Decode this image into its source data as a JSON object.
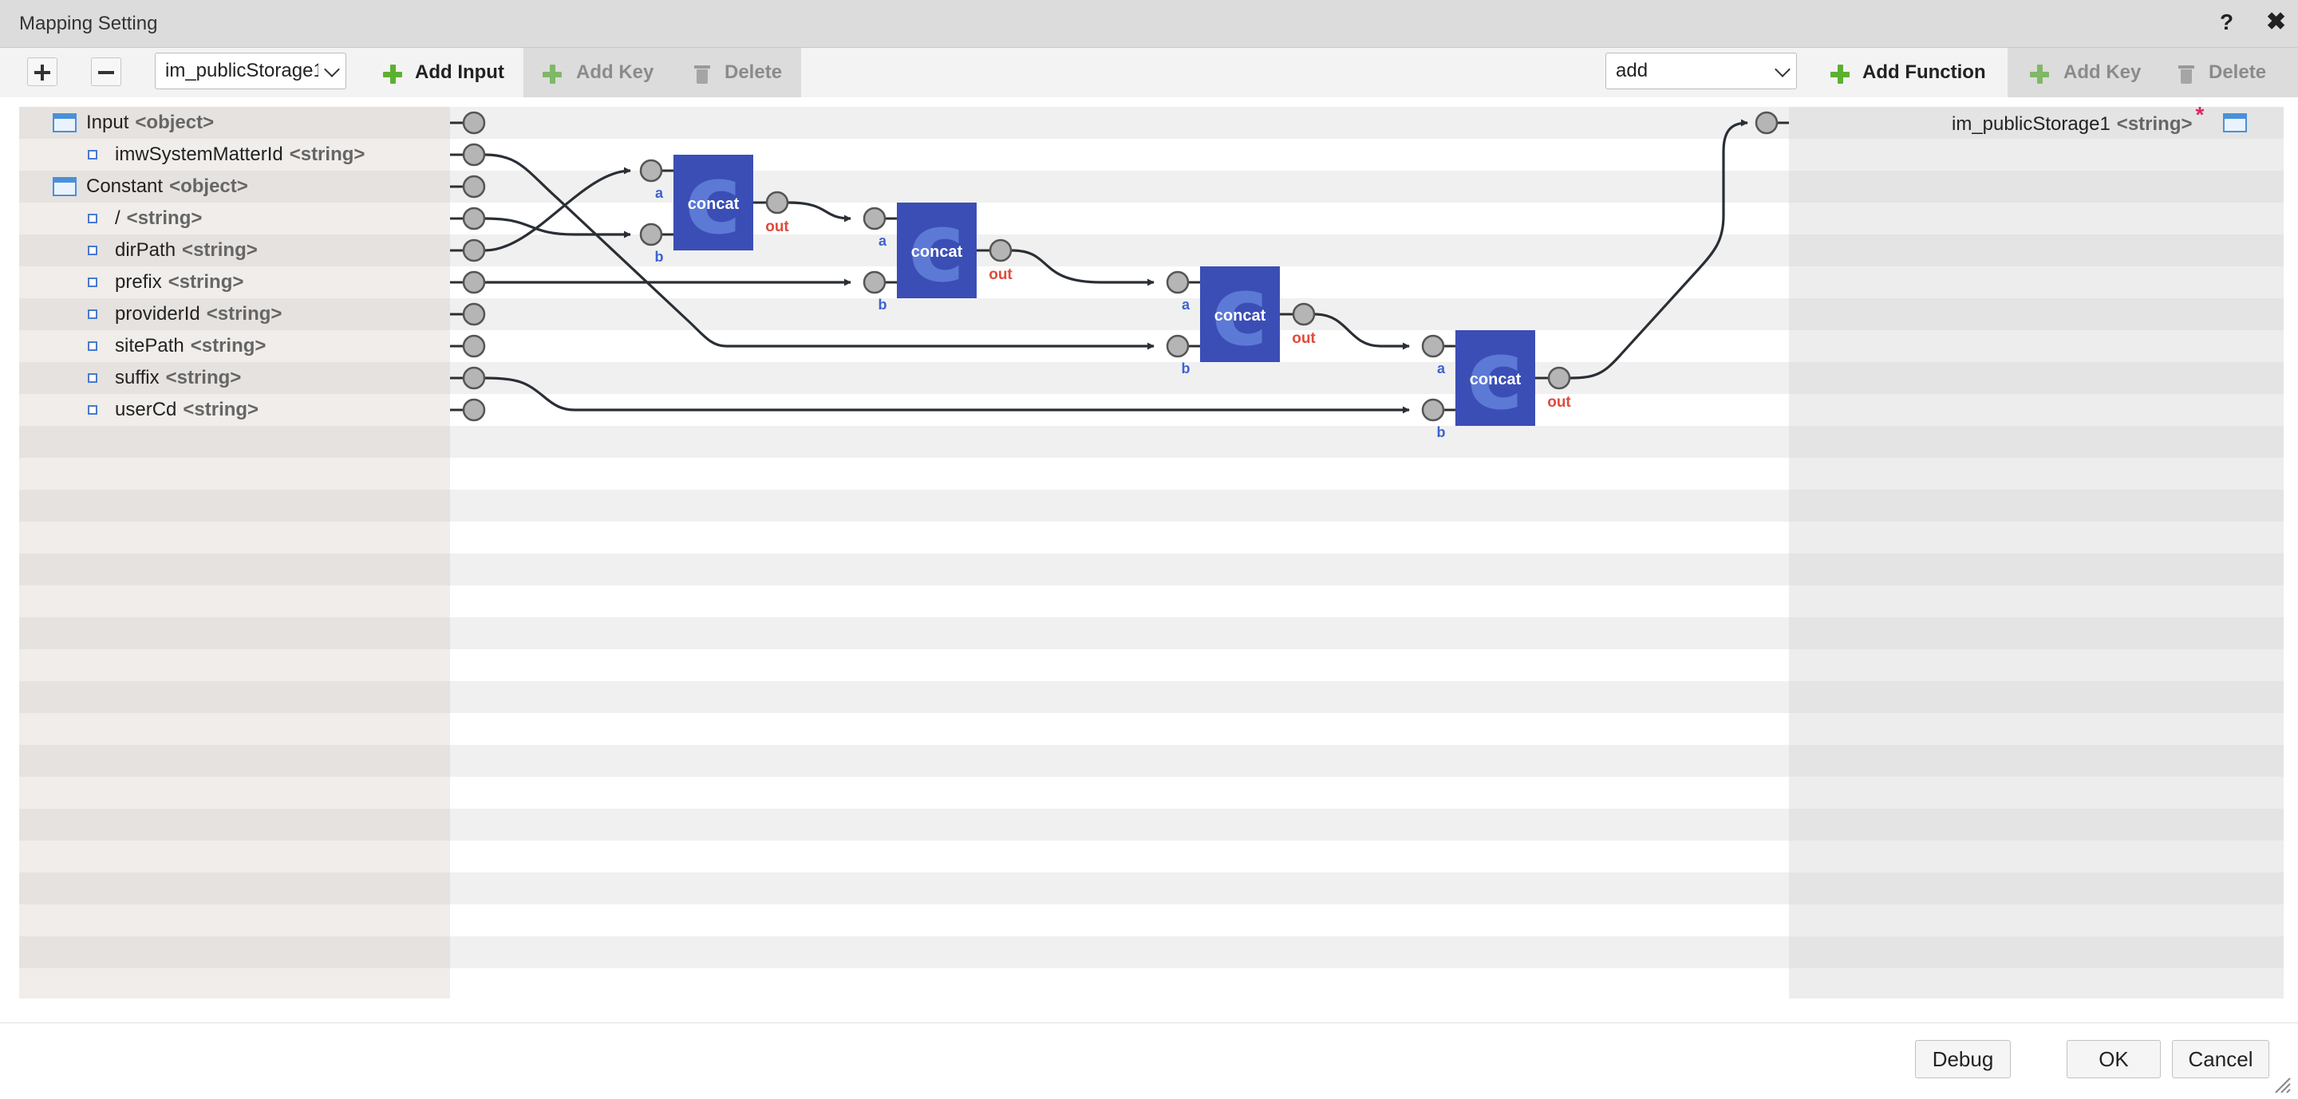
{
  "window": {
    "title": "Mapping Setting",
    "help_glyph": "?",
    "close_glyph": "✖"
  },
  "toolbar": {
    "source_select": "im_publicStorage1",
    "add_input": "Add Input",
    "add_key_left": "Add Key",
    "delete_left": "Delete",
    "function_select": "add",
    "add_function": "Add Function",
    "add_key_right": "Add Key",
    "delete_right": "Delete"
  },
  "source_tree": [
    {
      "name": "Input",
      "type": "<object>",
      "kind": "object",
      "expanded": true
    },
    {
      "name": "imwSystemMatterId",
      "type": "<string>",
      "kind": "string"
    },
    {
      "name": "Constant",
      "type": "<object>",
      "kind": "object",
      "expanded": true
    },
    {
      "name": "/",
      "type": "<string>",
      "kind": "string"
    },
    {
      "name": "dirPath",
      "type": "<string>",
      "kind": "string"
    },
    {
      "name": "prefix",
      "type": "<string>",
      "kind": "string"
    },
    {
      "name": "providerId",
      "type": "<string>",
      "kind": "string"
    },
    {
      "name": "sitePath",
      "type": "<string>",
      "kind": "string"
    },
    {
      "name": "suffix",
      "type": "<string>",
      "kind": "string"
    },
    {
      "name": "userCd",
      "type": "<string>",
      "kind": "string"
    }
  ],
  "target": {
    "name": "im_publicStorage1",
    "type": "<string>",
    "required_mark": "*"
  },
  "function_nodes": [
    {
      "label": "concat",
      "input_a": "a",
      "input_b": "b",
      "output": "out"
    },
    {
      "label": "concat",
      "input_a": "a",
      "input_b": "b",
      "output": "out"
    },
    {
      "label": "concat",
      "input_a": "a",
      "input_b": "b",
      "output": "out"
    },
    {
      "label": "concat",
      "input_a": "a",
      "input_b": "b",
      "output": "out"
    }
  ],
  "colors": {
    "node_fill": "#3b4eb5",
    "node_glyph": "#5c79d6",
    "input_label": "#3b63d0",
    "output_label": "#e04a3c",
    "wire": "#2a2f36"
  },
  "footer": {
    "debug": "Debug",
    "ok": "OK",
    "cancel": "Cancel"
  }
}
